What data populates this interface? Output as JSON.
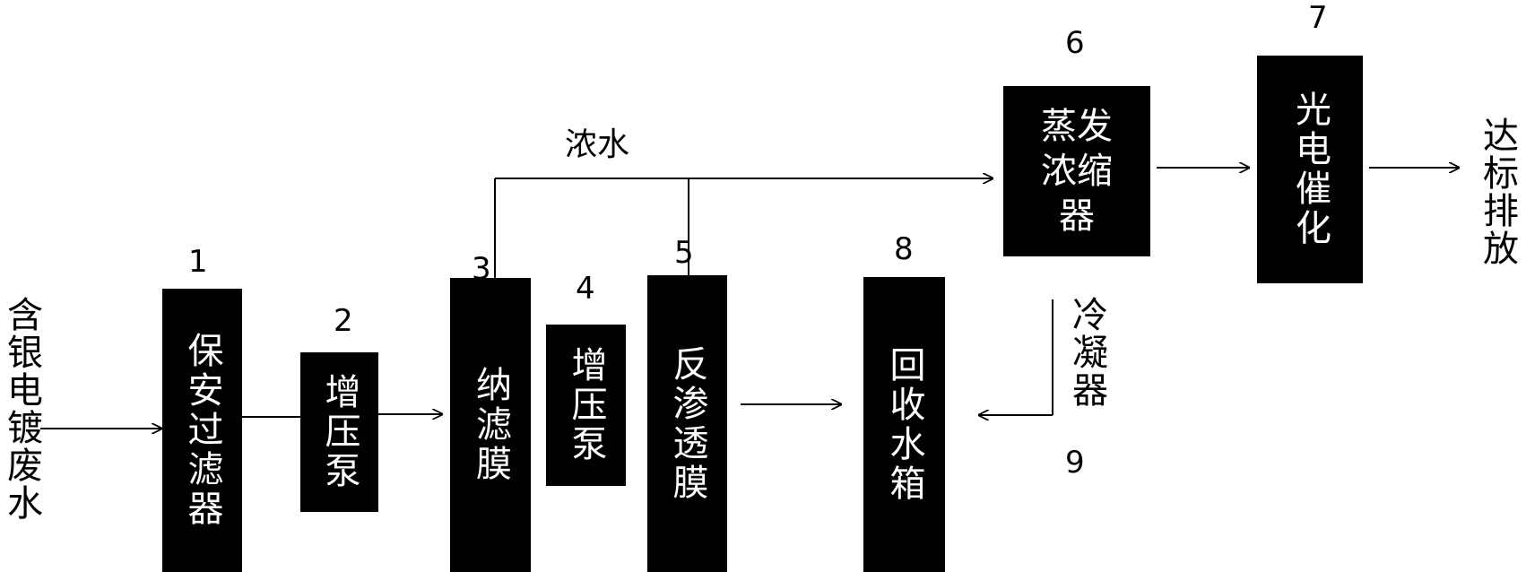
{
  "input_label": "含银电镀废水",
  "output_label": "达标排放",
  "concentrate_label": "浓水",
  "condenser_label": "冷凝器",
  "units": [
    {
      "id": "1",
      "label": "保安过滤器"
    },
    {
      "id": "2",
      "label": "增压泵"
    },
    {
      "id": "3",
      "label": "纳滤膜"
    },
    {
      "id": "4",
      "label": "增压泵"
    },
    {
      "id": "5",
      "label": "反渗透膜"
    },
    {
      "id": "6",
      "label": "蒸发浓缩器",
      "rows": [
        "蒸发",
        "浓缩",
        "器"
      ]
    },
    {
      "id": "7",
      "label": "光电催化"
    },
    {
      "id": "8",
      "label": "回收水箱"
    },
    {
      "id": "9",
      "label": "冷凝器"
    }
  ]
}
